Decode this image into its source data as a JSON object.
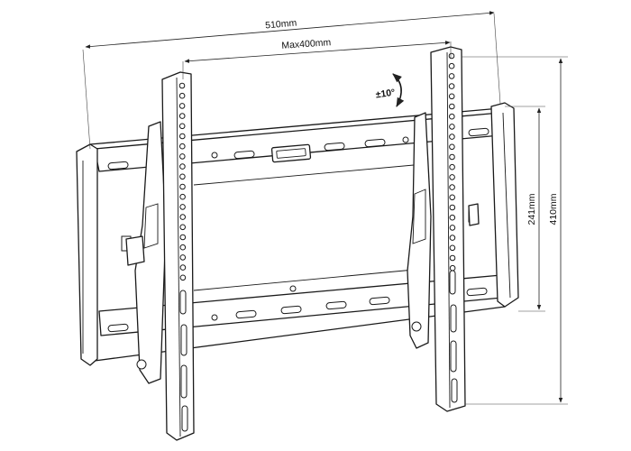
{
  "diagram": {
    "dimensions": {
      "overall_width": "510mm",
      "max_vesa": "Max400mm",
      "tilt": "±10°",
      "inner_height": "241mm",
      "overall_height": "410mm"
    }
  }
}
